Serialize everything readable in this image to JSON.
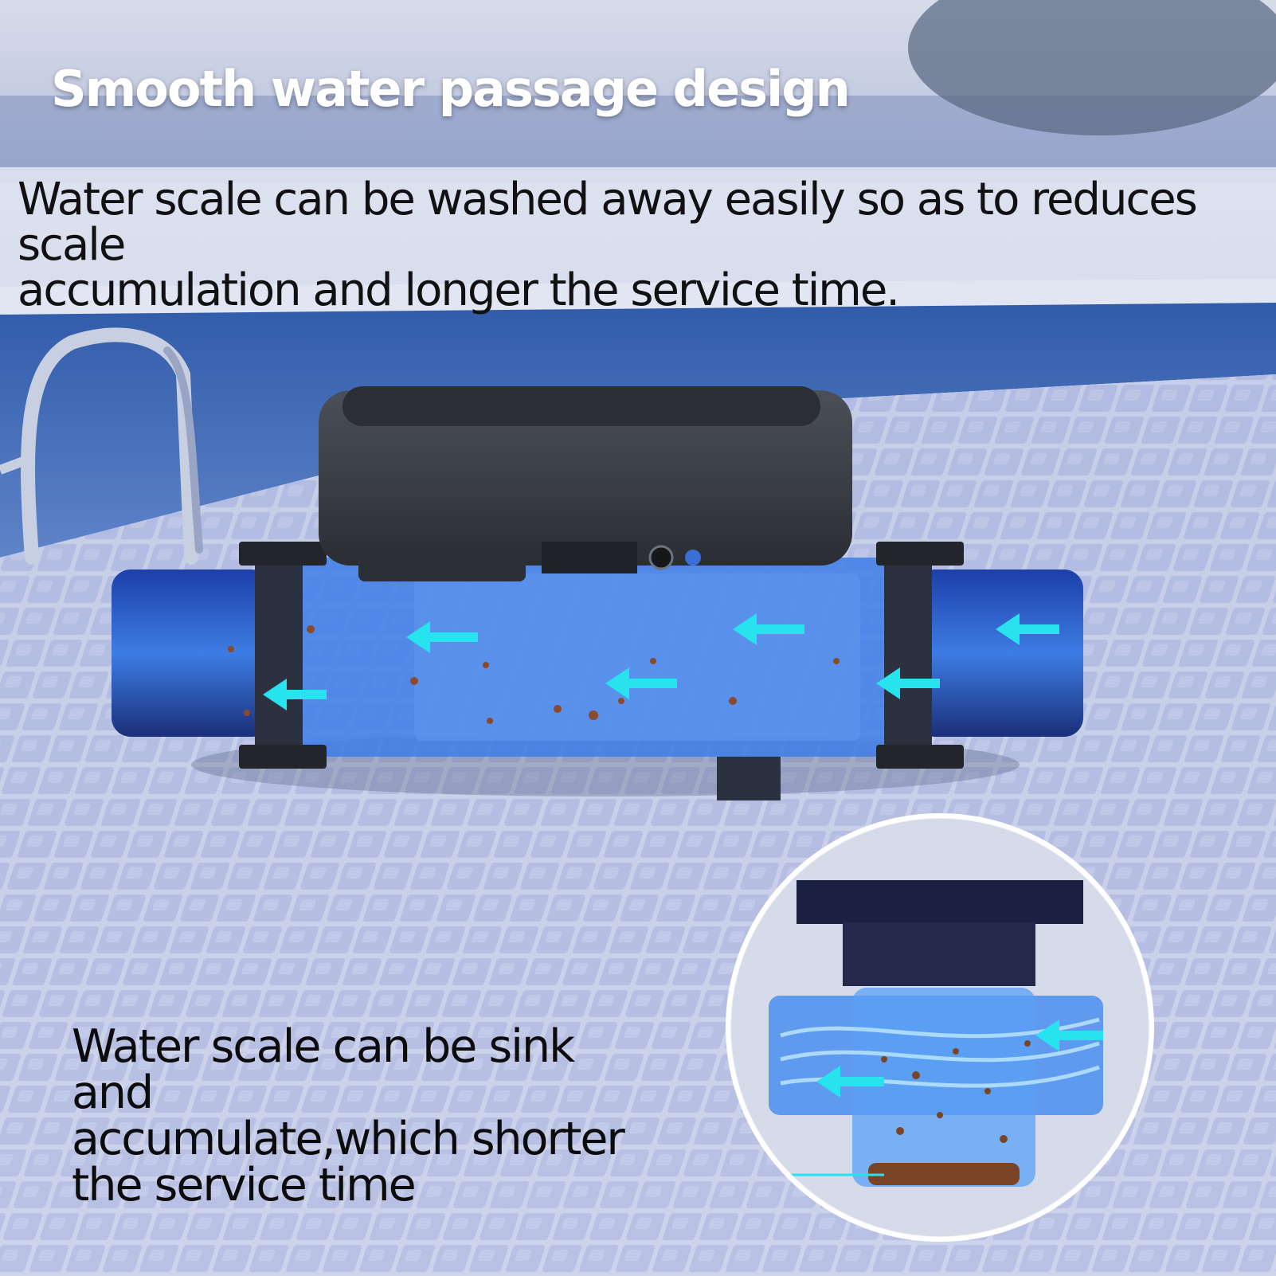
{
  "header": {
    "title": "Smooth water passage design",
    "subtitle_lines": [
      "Water scale can be washed away easily so as to reduces scale",
      "accumulation and longer the service time."
    ]
  },
  "callout": {
    "lines": [
      "Water scale can be sink and",
      "accumulate,which shorter",
      "the service time"
    ]
  },
  "colors": {
    "flow_arrow": "#27e3ee",
    "device_body": "#3a3f46",
    "pipe_blue": "#2f5fd6",
    "tile_light": "#c9d0ea",
    "pool_water": "#3d69b8"
  }
}
